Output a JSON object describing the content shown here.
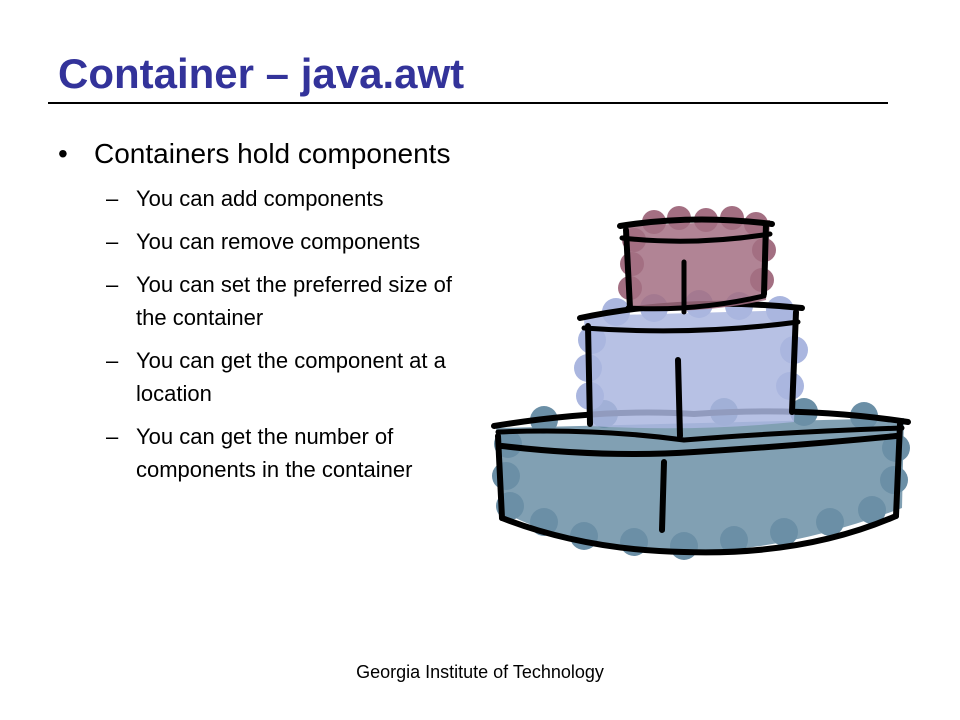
{
  "slide": {
    "title": "Container – java.awt",
    "title_color": "#33339a",
    "bullet_glyph": "•",
    "bullet_text": "Containers hold components",
    "sub_glyph": "–",
    "sub_items": [
      "You can add components",
      "You can remove components",
      "You can set the preferred size of the container",
      "You can get the component at a location",
      "You can get the number of components in the container"
    ],
    "footer": "Georgia Institute of Technology"
  },
  "illustration": {
    "name": "layered-cake-drawing",
    "colors": {
      "top_tier": "#a36f82",
      "middle_tier": "#aab6df",
      "bottom_tier": "#6b8fa6",
      "outline": "#000000"
    }
  }
}
